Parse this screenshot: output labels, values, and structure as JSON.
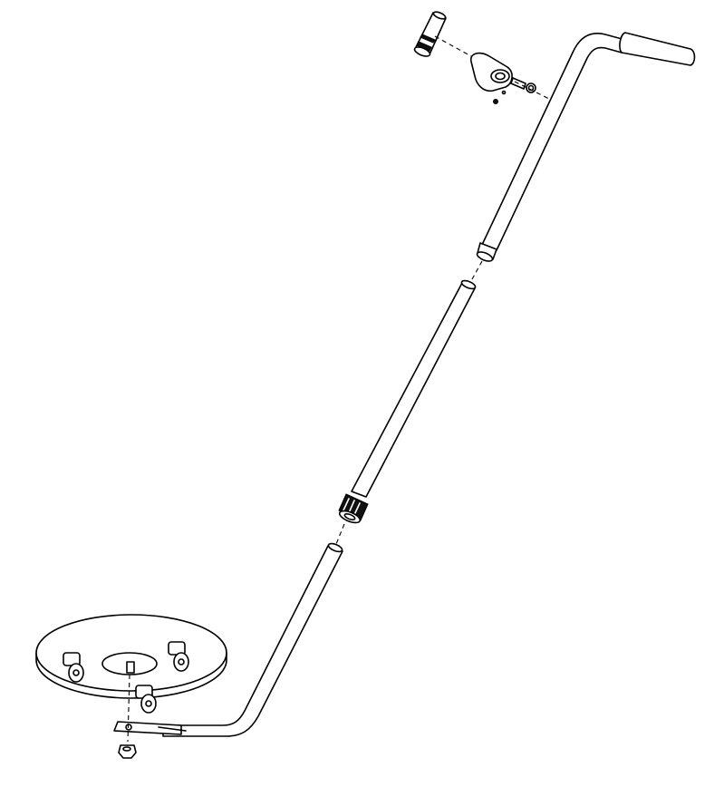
{
  "diagram": {
    "type": "exploded-assembly-drawing",
    "stroke_color": "#000000",
    "background_color": "#ffffff",
    "components": [
      "flashlight",
      "clamp",
      "upper-handle-tube",
      "middle-tube",
      "lock-knob",
      "lower-tube",
      "mirror-disc",
      "caster",
      "mounting-nut"
    ]
  }
}
